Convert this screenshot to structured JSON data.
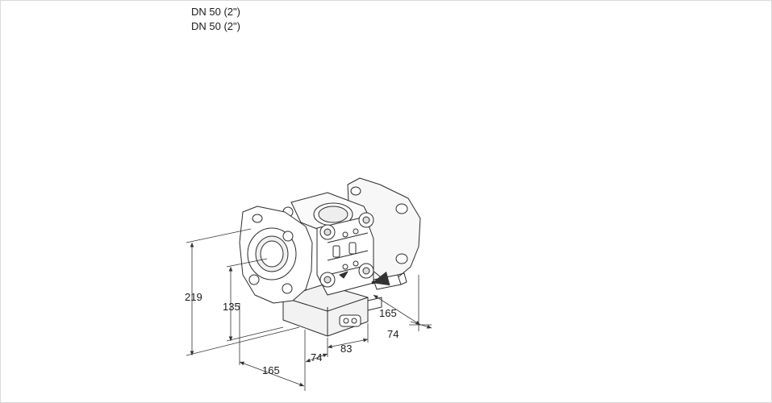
{
  "header": {
    "line1": "DN 50 (2\")",
    "line2": "DN 50 (2\")"
  },
  "dimensions": {
    "overall_height": "219",
    "flange_axis_height": "135",
    "base_length": "165",
    "depth_front": "74",
    "mount_width": "83",
    "side_length": "165",
    "side_depth": "74"
  },
  "colors": {
    "line": "#2b2b2b",
    "dim_line": "#333333",
    "fill": "#ffffff",
    "shade": "#e6e6e6"
  }
}
